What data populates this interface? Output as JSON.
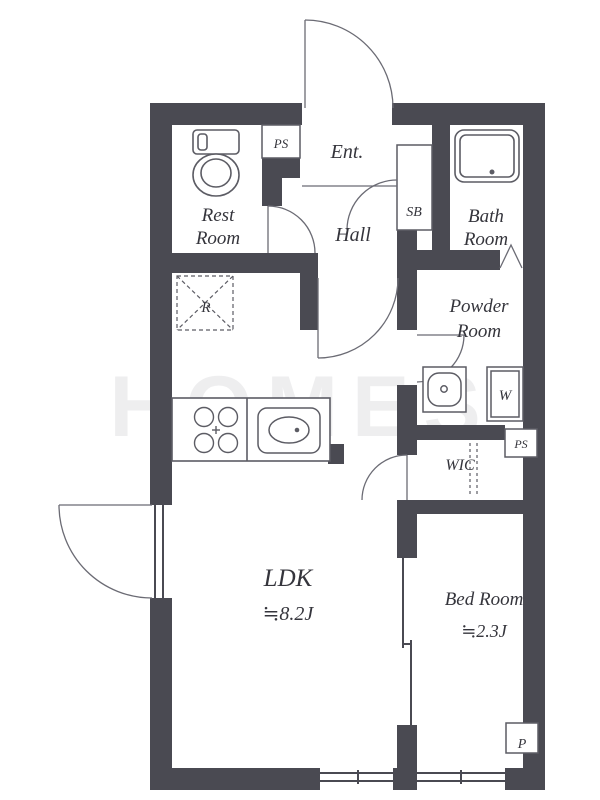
{
  "colors": {
    "wall": "#4a4a52",
    "fixture_line": "#5c5c64",
    "door_arc": "#6b6b74",
    "label_text": "#35353c"
  },
  "watermark": "HOMES",
  "rooms": {
    "rest_room": {
      "line1": "Rest",
      "line2": "Room"
    },
    "pipe_space_top": {
      "label": "PS"
    },
    "entrance": {
      "label": "Ent."
    },
    "hall": {
      "label": "Hall"
    },
    "shoe_box": {
      "label": "SB"
    },
    "bath_room": {
      "line1": "Bath",
      "line2": "Room"
    },
    "powder_room": {
      "line1": "Powder",
      "line2": "Room"
    },
    "refrigerator_space": {
      "label": "R"
    },
    "washing_machine": {
      "label": "W"
    },
    "pipe_space_mid": {
      "label": "PS"
    },
    "wic": {
      "label": "WIC"
    },
    "ldk": {
      "label": "LDK",
      "size": "≒8.2J"
    },
    "bed_room": {
      "label": "Bed Room",
      "size": "≒2.3J"
    },
    "p_box": {
      "label": "P"
    }
  }
}
